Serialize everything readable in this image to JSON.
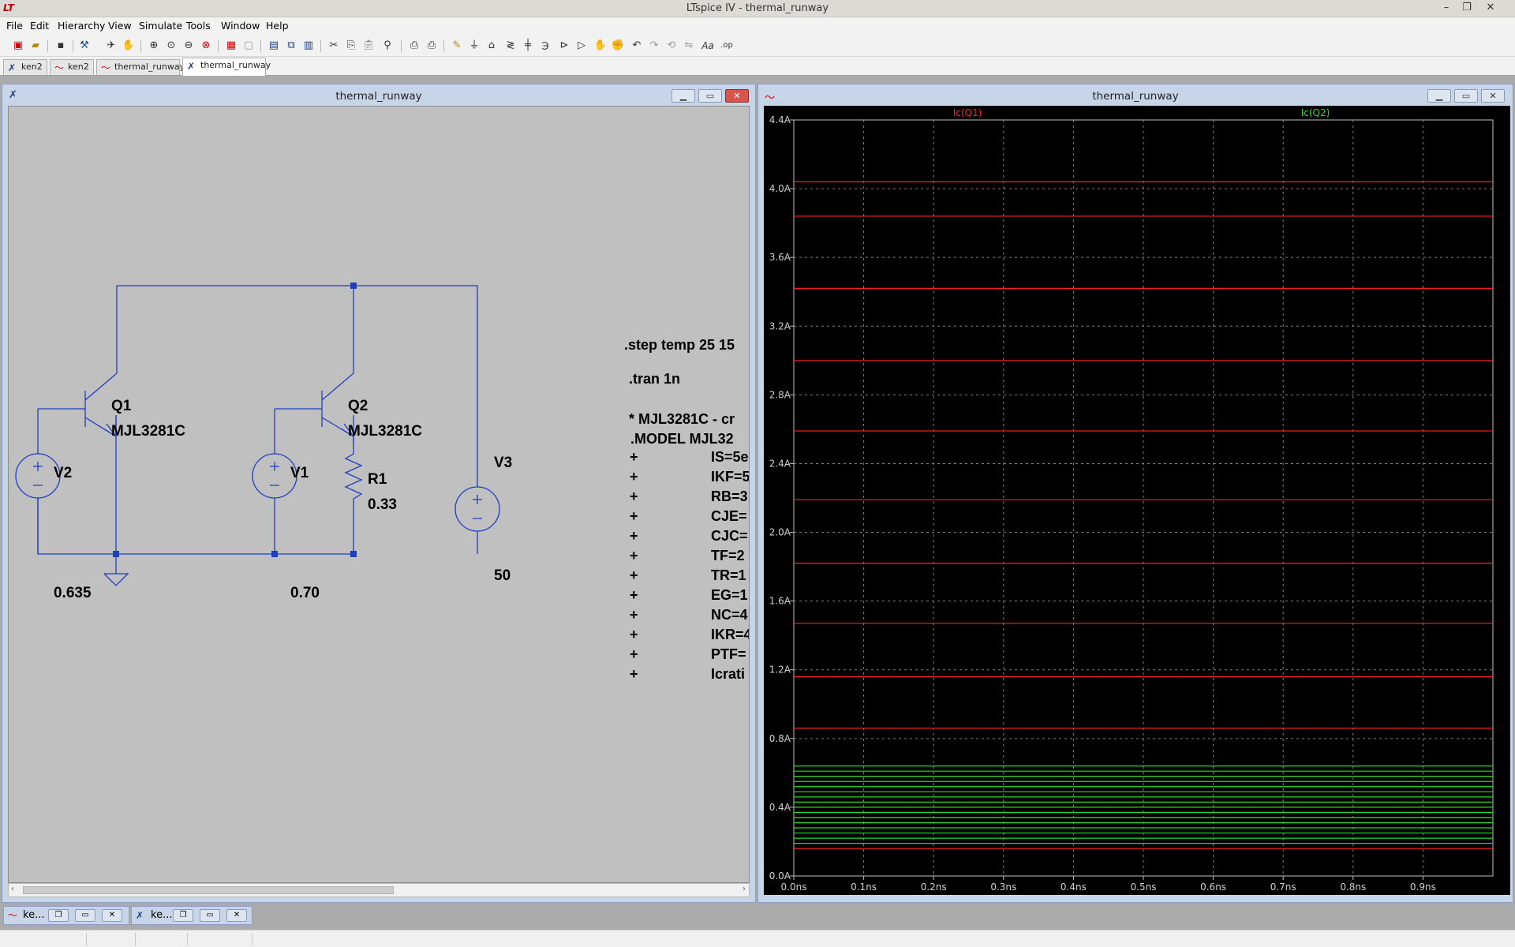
{
  "window": {
    "title": "LTspice IV - thermal_runway",
    "app_icon": "LT"
  },
  "menu": [
    "File",
    "Edit",
    "Hierarchy",
    "View",
    "Simulate",
    "Tools",
    "Window",
    "Help"
  ],
  "toolbar_icons": [
    "new-schematic-icon",
    "open-icon",
    "save-icon",
    "control-panel-icon",
    "run-icon",
    "halt-icon",
    "zoom-in-icon",
    "zoom-pan-icon",
    "zoom-out-icon",
    "zoom-fit-icon",
    "autorange-icon",
    "view-icon",
    "tile-horizontal-icon",
    "cascade-icon",
    "tile-vertical-icon",
    "cut-icon",
    "copy-icon",
    "paste-icon",
    "find-icon",
    "print-icon",
    "print-preview-icon",
    "wire-icon",
    "ground-icon",
    "label-icon",
    "resistor-icon",
    "capacitor-icon",
    "inductor-icon",
    "diode-icon",
    "component-icon",
    "move-icon",
    "drag-icon",
    "undo-icon",
    "redo-icon",
    "rotate-icon",
    "mirror-icon",
    "text-icon",
    "spice-directive-icon"
  ],
  "tabs": [
    {
      "label": "ken2",
      "icon": "schematic-icon"
    },
    {
      "label": "ken2",
      "icon": "waveform-icon"
    },
    {
      "label": "thermal_runway",
      "icon": "waveform-icon"
    },
    {
      "label": "thermal_runway",
      "icon": "schematic-icon"
    }
  ],
  "schematic_window": {
    "title": "thermal_runway"
  },
  "plot_window": {
    "title": "thermal_runway"
  },
  "schematic": {
    "components": [
      {
        "ref": "Q1",
        "value": "MJL3281C"
      },
      {
        "ref": "Q2",
        "value": "MJL3281C"
      },
      {
        "ref": "V2",
        "value": "0.635"
      },
      {
        "ref": "V1",
        "value": "0.70"
      },
      {
        "ref": "R1",
        "value": "0.33"
      },
      {
        "ref": "V3",
        "value": "50"
      }
    ],
    "directives": [
      ".step temp 25 15",
      ".tran 1n",
      "* MJL3281C - cr",
      ".MODEL MJL32"
    ],
    "model_lines": [
      {
        "plus": "+",
        "param": "IS=5e"
      },
      {
        "plus": "+",
        "param": "IKF=5"
      },
      {
        "plus": "+",
        "param": "RB=3"
      },
      {
        "plus": "+",
        "param": "CJE="
      },
      {
        "plus": "+",
        "param": "CJC="
      },
      {
        "plus": "+",
        "param": "TF=2"
      },
      {
        "plus": "+",
        "param": "TR=1"
      },
      {
        "plus": "+",
        "param": "EG=1"
      },
      {
        "plus": "+",
        "param": "NC=4"
      },
      {
        "plus": "+",
        "param": "IKR=4"
      },
      {
        "plus": "+",
        "param": "PTF="
      },
      {
        "plus": "+",
        "param": "Icrati"
      }
    ]
  },
  "chart_data": {
    "type": "line",
    "title": "",
    "xlabel": "",
    "ylabel": "",
    "xlim": [
      0,
      1.0
    ],
    "ylim": [
      0,
      4.4
    ],
    "grid": true,
    "x_ticks": [
      "0.0ns",
      "0.1ns",
      "0.2ns",
      "0.3ns",
      "0.4ns",
      "0.5ns",
      "0.6ns",
      "0.7ns",
      "0.8ns",
      "0.9ns"
    ],
    "x_tick_values": [
      0,
      0.1,
      0.2,
      0.3,
      0.4,
      0.5,
      0.6,
      0.7,
      0.8,
      0.9
    ],
    "y_ticks": [
      "0.0A",
      "0.4A",
      "0.8A",
      "1.2A",
      "1.6A",
      "2.0A",
      "2.4A",
      "2.8A",
      "3.2A",
      "3.6A",
      "4.0A",
      "4.4A"
    ],
    "y_tick_values": [
      0,
      0.4,
      0.8,
      1.2,
      1.6,
      2.0,
      2.4,
      2.8,
      3.2,
      3.6,
      4.0,
      4.4
    ],
    "series": [
      {
        "name": "Ic(Q1)",
        "color": "#ff2020",
        "values": [
          0.16,
          0.34,
          0.58,
          0.86,
          1.16,
          1.47,
          1.82,
          2.19,
          2.59,
          3.0,
          3.42,
          3.84,
          4.04
        ]
      },
      {
        "name": "Ic(Q2)",
        "color": "#20e020",
        "values": [
          0.19,
          0.22,
          0.25,
          0.28,
          0.31,
          0.34,
          0.37,
          0.4,
          0.43,
          0.46,
          0.49,
          0.52,
          0.55,
          0.58,
          0.61,
          0.64
        ]
      }
    ]
  },
  "minimized_windows": [
    {
      "label": "ke...",
      "icon": "waveform-icon"
    },
    {
      "label": "ke...",
      "icon": "schematic-icon"
    }
  ]
}
